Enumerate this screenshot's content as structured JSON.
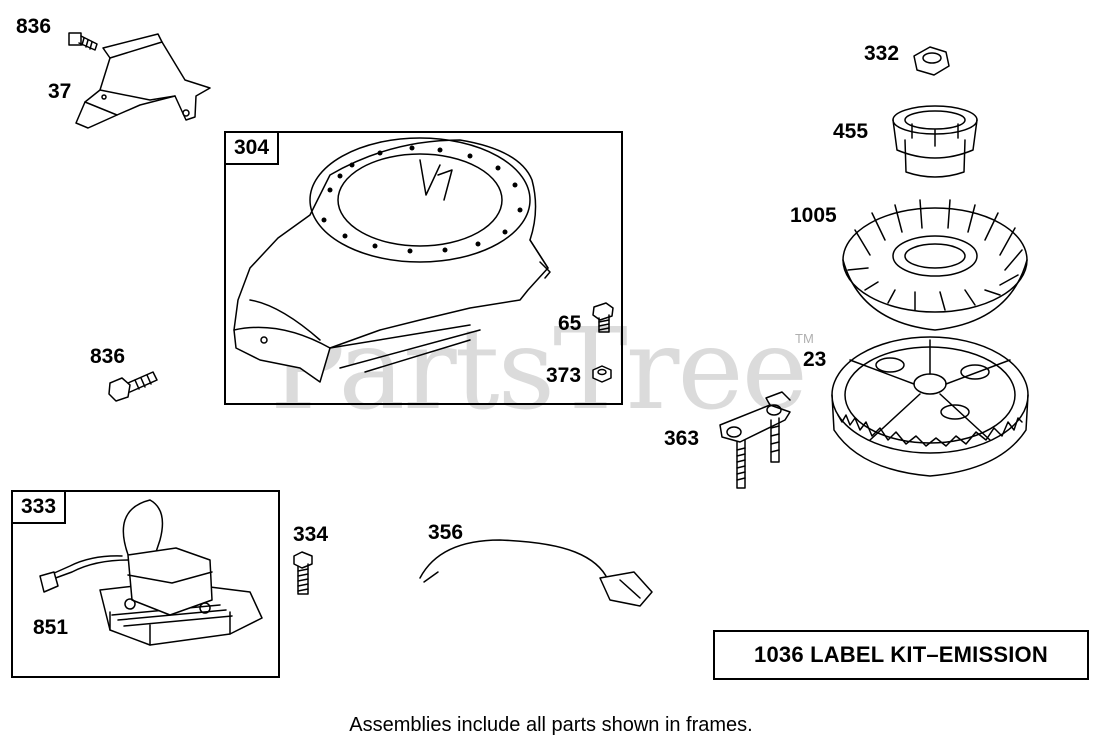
{
  "watermark": {
    "text": "PartsTree",
    "tm": "TM"
  },
  "frames": {
    "f304": {
      "tag": "304"
    },
    "f333": {
      "tag": "333"
    }
  },
  "labels": {
    "p836a": "836",
    "p37": "37",
    "p836b": "836",
    "p65": "65",
    "p373": "373",
    "p332": "332",
    "p455": "455",
    "p1005": "1005",
    "p23": "23",
    "p363": "363",
    "p334": "334",
    "p356": "356",
    "p851": "851"
  },
  "kit_label": "1036 LABEL KIT–EMISSION",
  "footer_note": "Assemblies include all parts shown in frames."
}
